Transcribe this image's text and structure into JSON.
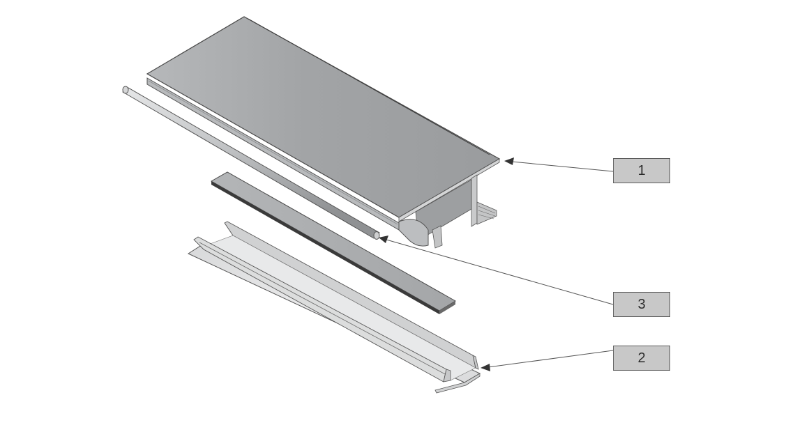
{
  "diagram": {
    "type": "exploded-assembly",
    "background": "#ffffff",
    "colors": {
      "label_fill": "#c8c8c8",
      "label_border": "#5a5a5a",
      "label_text": "#2a2a2a",
      "leader_line": "#555555",
      "profile_top": "#a3a5a7",
      "profile_dark": "#8e9092",
      "rod": "#c4c6c8",
      "strip": "#a9abad",
      "strip_edge": "#3c3c3c",
      "channel": "#e2e3e4"
    },
    "parts": [
      {
        "id": "profile",
        "callout": "1"
      },
      {
        "id": "rod",
        "callout": "3"
      },
      {
        "id": "flat-strip",
        "callout": ""
      },
      {
        "id": "channel",
        "callout": "2"
      }
    ],
    "callouts": [
      {
        "label": "1",
        "target": "profile"
      },
      {
        "label": "3",
        "target": "rod"
      },
      {
        "label": "2",
        "target": "channel"
      }
    ]
  }
}
